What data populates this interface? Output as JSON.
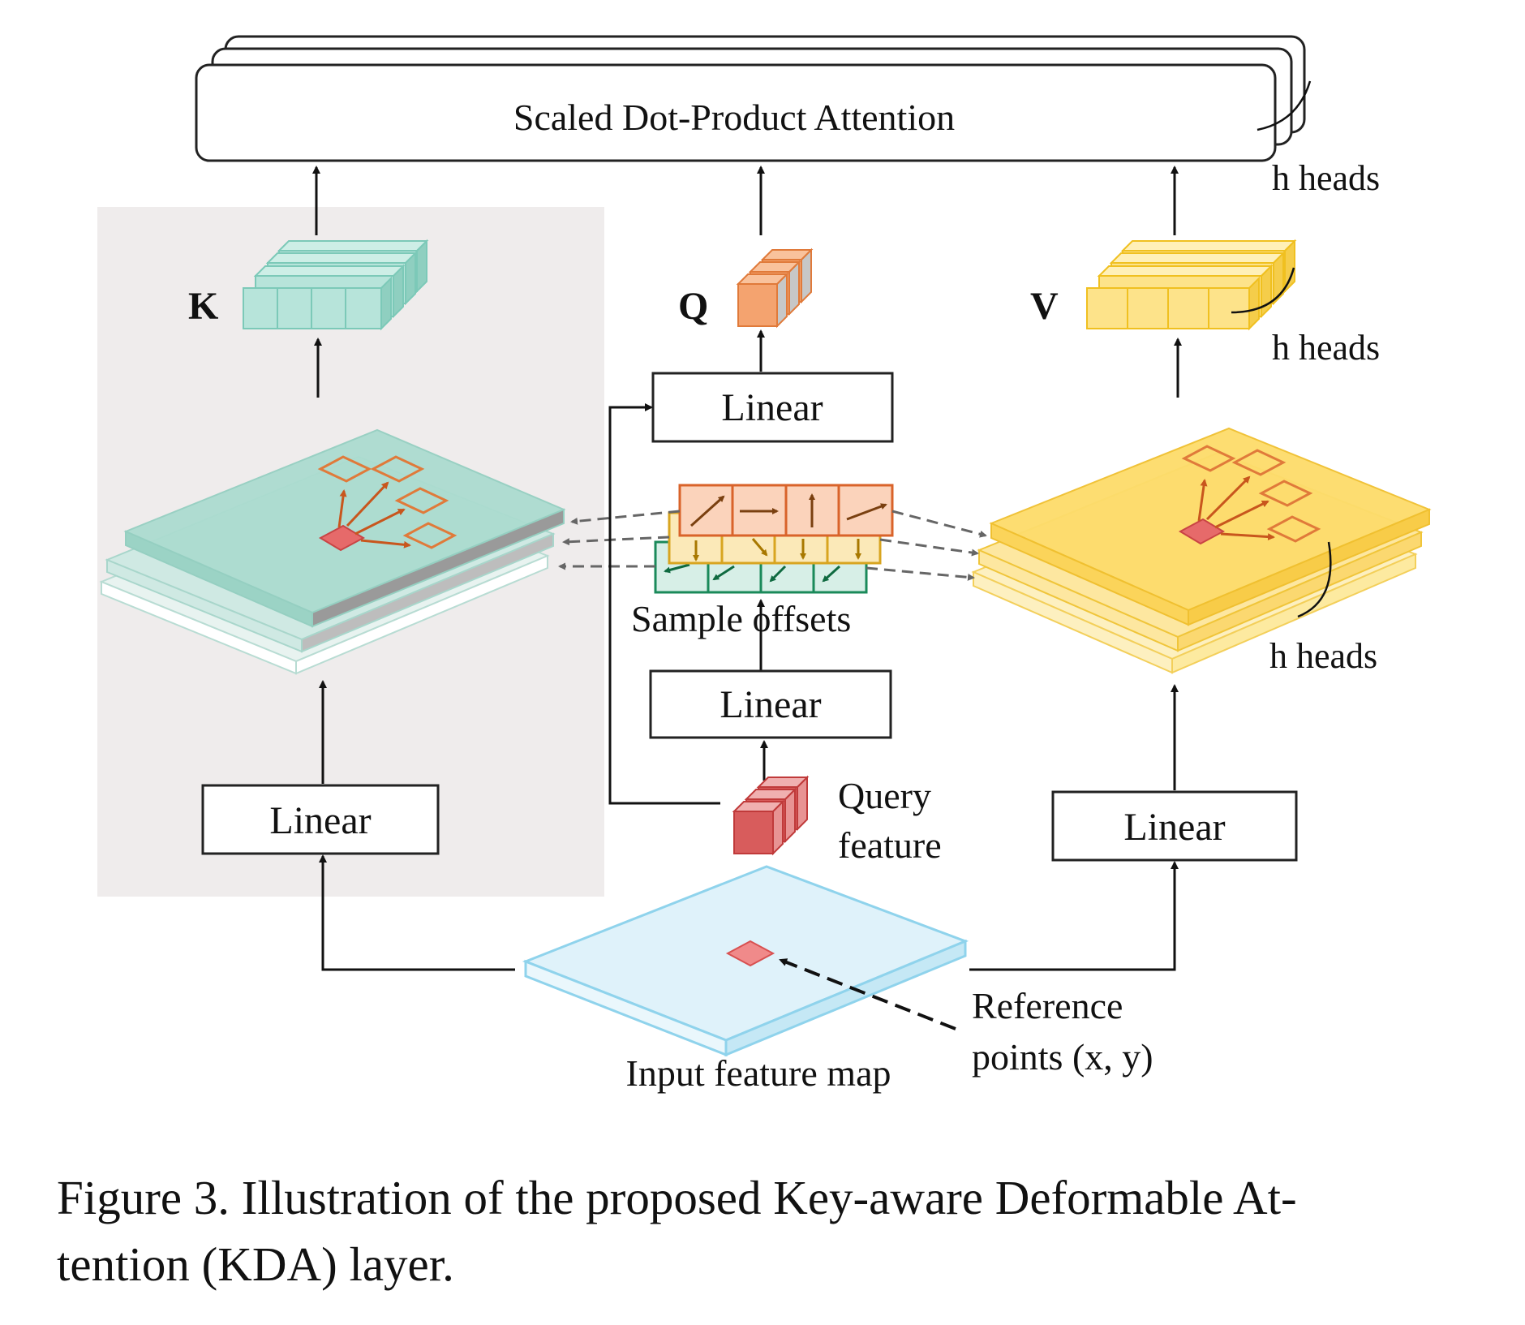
{
  "attention": {
    "label": "Scaled Dot-Product Attention"
  },
  "heads": {
    "attention": "h heads",
    "v_vectors": "h heads",
    "v_maps": "h heads"
  },
  "labels": {
    "k": "K",
    "q": "Q",
    "v": "V"
  },
  "linear": {
    "q": "Linear",
    "offsets": "Linear",
    "k": "Linear",
    "v": "Linear"
  },
  "sample_offsets": "Sample offsets",
  "query_feature": {
    "line1": "Query",
    "line2": "feature"
  },
  "reference_points": {
    "line1": "Reference",
    "line2": "points (x, y)"
  },
  "input_map": "Input feature map",
  "caption": {
    "line1": "Figure 3. Illustration of the proposed Key-aware Deformable At-",
    "line2": "tention (KDA) layer."
  },
  "colors": {
    "key": "#a8ddd2",
    "query": "#f4a36f",
    "value": "#fde07a",
    "offset_orange": "#d9632a",
    "offset_yellow": "#d8a520",
    "offset_green": "#1a8a5a",
    "reference": "#e66a6a",
    "input": "#d4eef8",
    "panel": "#efecec"
  }
}
